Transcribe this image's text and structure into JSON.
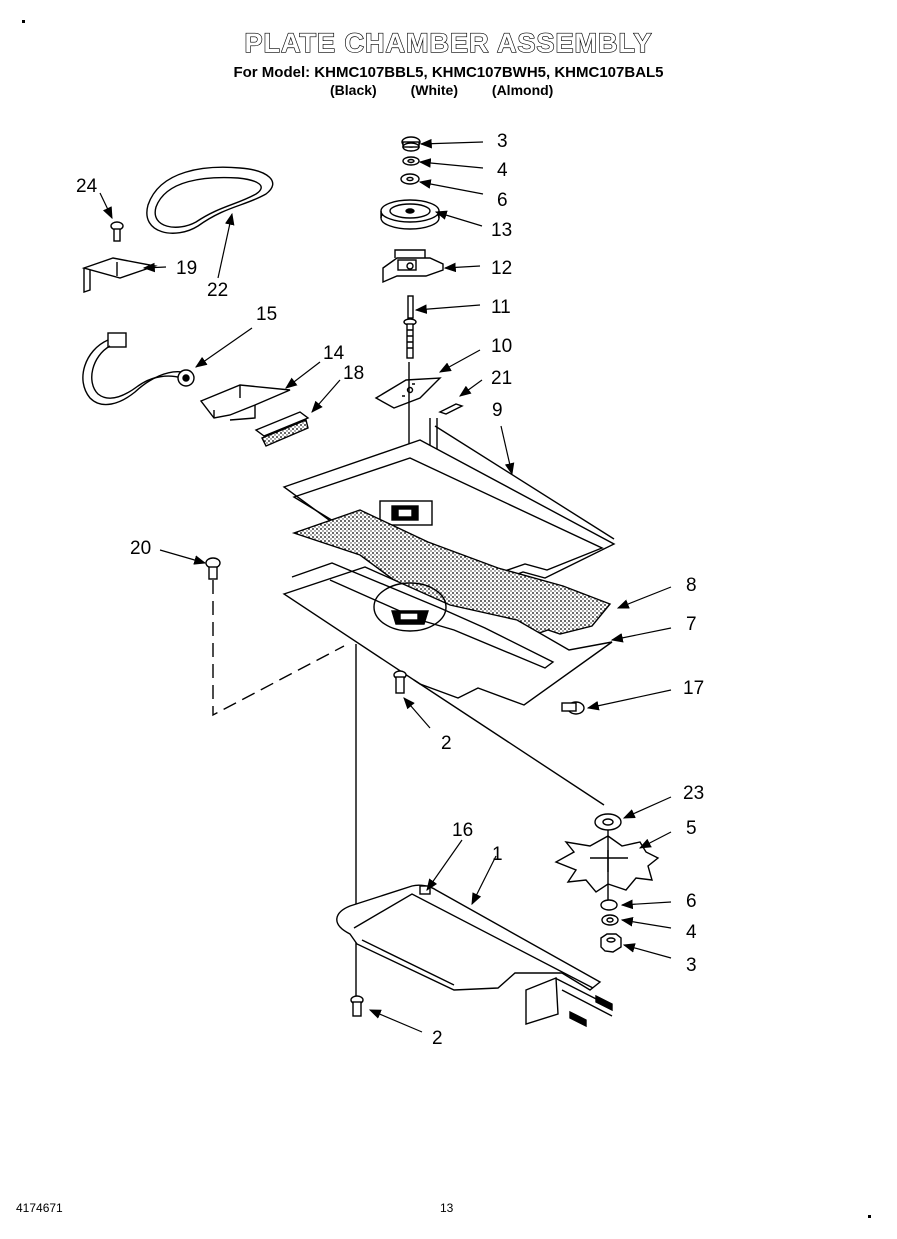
{
  "header": {
    "title": "PLATE CHAMBER ASSEMBLY",
    "model_line": "For Model: KHMC107BBL5, KHMC107BWH5, KHMC107BAL5",
    "variants": [
      "(Black)",
      "(White)",
      "(Almond)"
    ]
  },
  "callouts": {
    "c3a": "3",
    "c4a": "4",
    "c6a": "6",
    "c13": "13",
    "c12": "12",
    "c11": "11",
    "c10": "10",
    "c21": "21",
    "c9": "9",
    "c24": "24",
    "c19": "19",
    "c22": "22",
    "c15": "15",
    "c14": "14",
    "c18": "18",
    "c20": "20",
    "c8": "8",
    "c7": "7",
    "c17": "17",
    "c2a": "2",
    "c23": "23",
    "c5": "5",
    "c16": "16",
    "c1": "1",
    "c6b": "6",
    "c4b": "4",
    "c3b": "3",
    "c2b": "2"
  },
  "footer": {
    "doc_number": "4174671",
    "page_number": "13"
  }
}
